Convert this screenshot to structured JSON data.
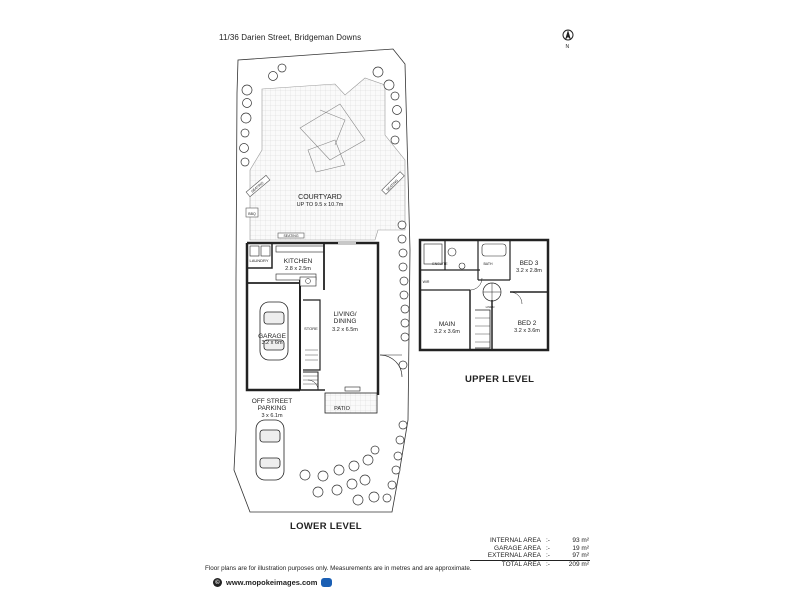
{
  "address": "11/36 Darien Street, Bridgeman Downs",
  "compass": {
    "icon": "north-arrow-icon",
    "label": "N"
  },
  "levels": {
    "lower": "LOWER LEVEL",
    "upper": "UPPER LEVEL"
  },
  "rooms": {
    "courtyard": {
      "name": "COURTYARD",
      "dims": "UP TO 9.5 x 10.7m"
    },
    "kitchen": {
      "name": "KITCHEN",
      "dims": "2.8 x 2.5m"
    },
    "laundry": {
      "name": "LAUNDRY"
    },
    "living": {
      "name1": "LIVING/",
      "name2": "DINING",
      "dims": "3.2 x 6.5m"
    },
    "garage": {
      "name": "GARAGE",
      "dims": "3.2 x 6m"
    },
    "store": {
      "name": "STORE"
    },
    "patio": {
      "name": "PATIO"
    },
    "parking": {
      "name1": "OFF STREET",
      "name2": "PARKING",
      "dims": "3 x 6.1m"
    },
    "main": {
      "name": "MAIN",
      "dims": "3.2 x 3.6m"
    },
    "bed2": {
      "name": "BED 2",
      "dims": "3.2 x 3.6m"
    },
    "bed3": {
      "name": "BED 3",
      "dims": "3.2 x 2.8m"
    },
    "ensuite": {
      "name": "ENSUITE"
    },
    "bath": {
      "name": "BATH"
    },
    "wir": {
      "name": "WIR"
    },
    "linen": {
      "name": "LINEN"
    }
  },
  "seating_labels": [
    "SEATING",
    "SEATING",
    "SEATING"
  ],
  "bbq_label": "BBQ",
  "areas": [
    {
      "name": "INTERNAL AREA",
      "sep": ":-",
      "value": "93 m²"
    },
    {
      "name": "GARAGE AREA",
      "sep": ":-",
      "value": "19 m²"
    },
    {
      "name": "EXTERNAL AREA",
      "sep": ":-",
      "value": "97 m²"
    },
    {
      "name": "TOTAL AREA",
      "sep": ":-",
      "value": "209 m²"
    }
  ],
  "disclaimer": "Floor plans are for illustration purposes only. Measurements are in metres and are approximate.",
  "brand": {
    "text": "www.mopokeimages.com"
  }
}
